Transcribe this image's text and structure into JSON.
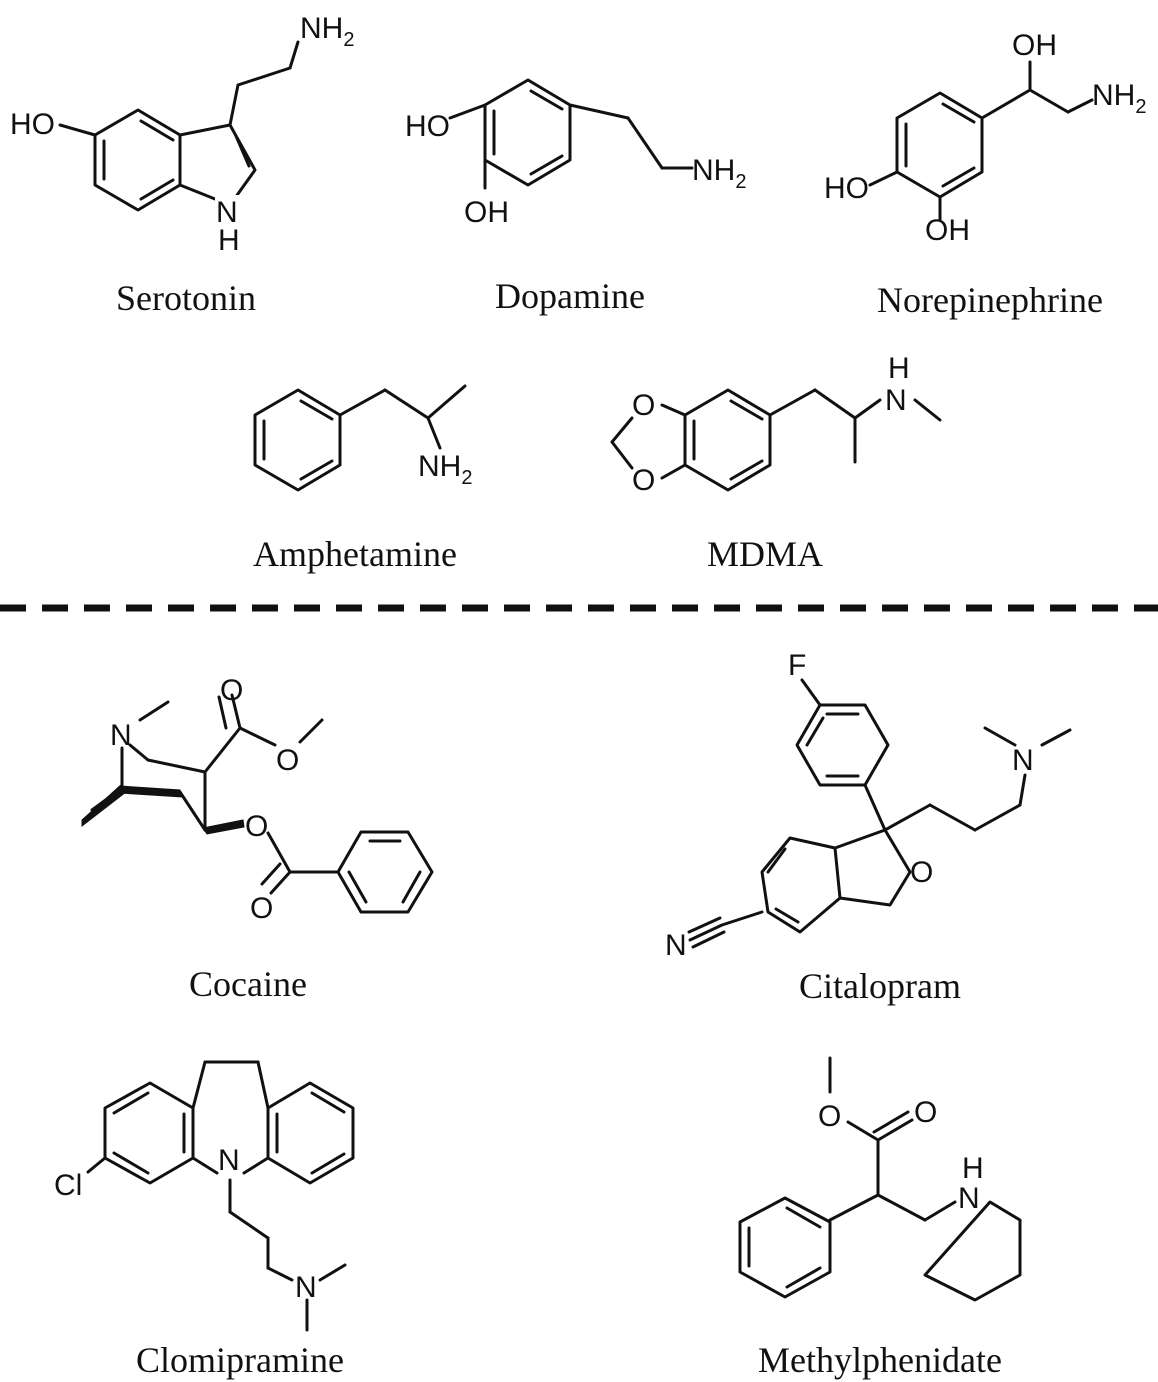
{
  "colors": {
    "ink": "#111111",
    "background": "#ffffff"
  },
  "atoms": {
    "nh2": "NH",
    "sub2": "2",
    "ho": "HO",
    "oh": "OH",
    "n": "N",
    "h": "H",
    "o": "O",
    "f": "F",
    "cl": "Cl"
  },
  "molecules": {
    "serotonin": {
      "name": "Serotonin"
    },
    "dopamine": {
      "name": "Dopamine"
    },
    "norepinephrine": {
      "name": "Norepinephrine"
    },
    "amphetamine": {
      "name": "Amphetamine"
    },
    "mdma": {
      "name": "MDMA"
    },
    "cocaine": {
      "name": "Cocaine"
    },
    "citalopram": {
      "name": "Citalopram"
    },
    "clomipramine": {
      "name": "Clomipramine"
    },
    "methylphenidate": {
      "name": "Methylphenidate"
    }
  }
}
